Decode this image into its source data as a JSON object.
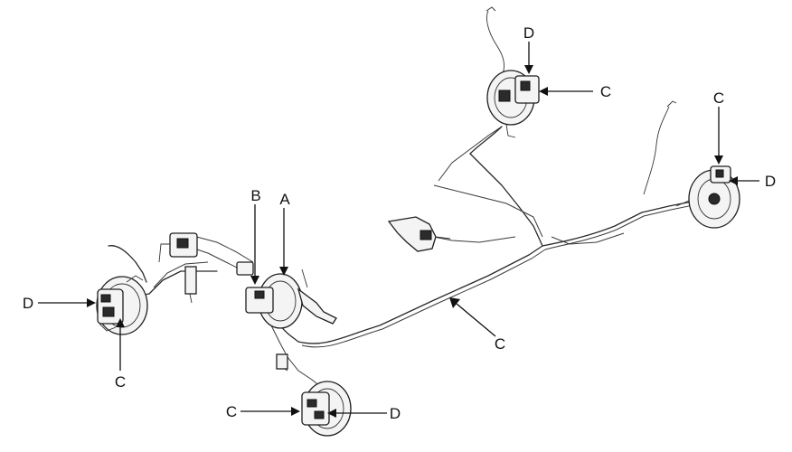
{
  "callouts": {
    "a": "A",
    "b": "B",
    "c": "C",
    "d": "D"
  },
  "colors": {
    "line": "#2a2a2a",
    "background": "#ffffff"
  }
}
